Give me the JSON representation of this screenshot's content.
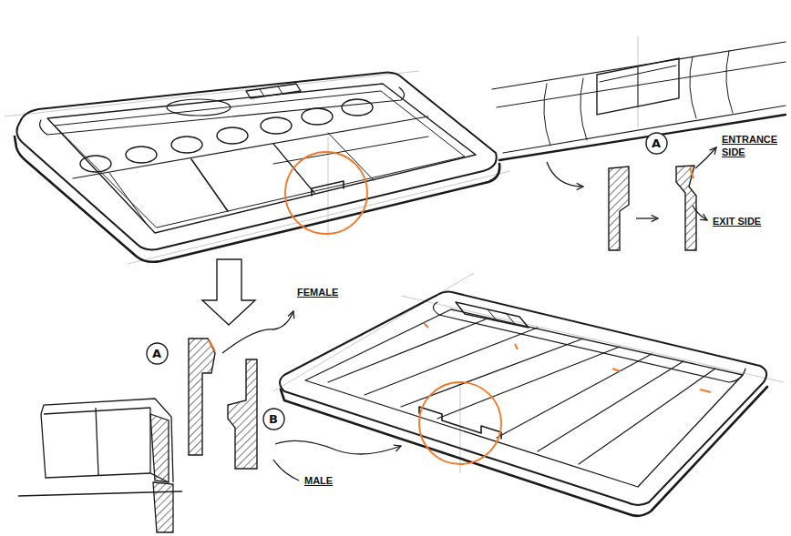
{
  "diagram": {
    "nodes": [
      {
        "text": [
          "A"
        ]
      },
      {
        "text": [
          "A"
        ]
      },
      {
        "text": [
          "B"
        ]
      }
    ],
    "labels": [
      "ENTRANCE SIDE",
      "EXIT SIDE",
      "FEMALE",
      "MALE"
    ]
  }
}
